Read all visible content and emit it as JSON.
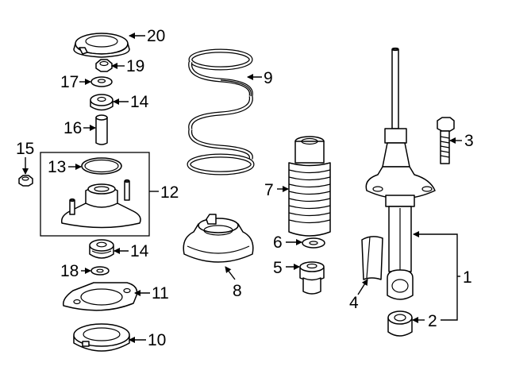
{
  "callouts": {
    "c1": "1",
    "c2": "2",
    "c3": "3",
    "c4": "4",
    "c5": "5",
    "c6": "6",
    "c7": "7",
    "c8": "8",
    "c9": "9",
    "c10": "10",
    "c11": "11",
    "c12": "12",
    "c13": "13",
    "c14a": "14",
    "c14b": "14",
    "c15": "15",
    "c16": "16",
    "c17": "17",
    "c18": "18",
    "c19": "19",
    "c20": "20"
  },
  "colors": {
    "line": "#000000",
    "background": "#ffffff"
  }
}
